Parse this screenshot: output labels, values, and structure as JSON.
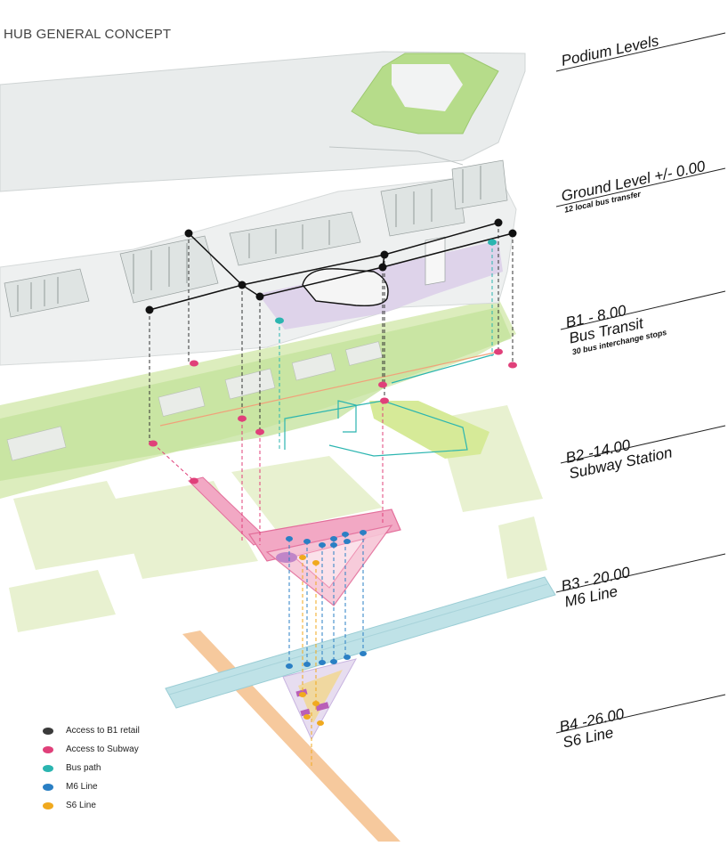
{
  "title": "HUB GENERAL CONCEPT",
  "levels": [
    {
      "name": "Podium Levels",
      "sub": ""
    },
    {
      "name": "Ground Level  +/- 0.00",
      "sub": "12 local bus transfer"
    },
    {
      "name": "B1   - 8.00",
      "name2": "Bus Transit",
      "sub": "30 bus interchange stops"
    },
    {
      "name": "B2  -14.00",
      "name2": "Subway Station",
      "sub": ""
    },
    {
      "name": "B3  - 20.00",
      "name2": "M6 Line",
      "sub": ""
    },
    {
      "name": "B4    -26.00",
      "name2": "S6 Line",
      "sub": ""
    }
  ],
  "legend": [
    {
      "label": "Access to B1 retail",
      "color": "#3a3a3a"
    },
    {
      "label": "Access to Subway",
      "color": "#e0407a"
    },
    {
      "label": "Bus path",
      "color": "#2bb5b0"
    },
    {
      "label": "M6 Line",
      "color": "#2a7fc4"
    },
    {
      "label": "S6 Line",
      "color": "#f0a91e"
    }
  ],
  "colors": {
    "podium": "#e9ecec",
    "green": "#b6dc8a",
    "purple": "#d9cbe6",
    "b2_plane": "#dfebbf",
    "subway": "#ef9fbd",
    "m6": "#b9dfe4",
    "s6": "#f2b67a"
  }
}
